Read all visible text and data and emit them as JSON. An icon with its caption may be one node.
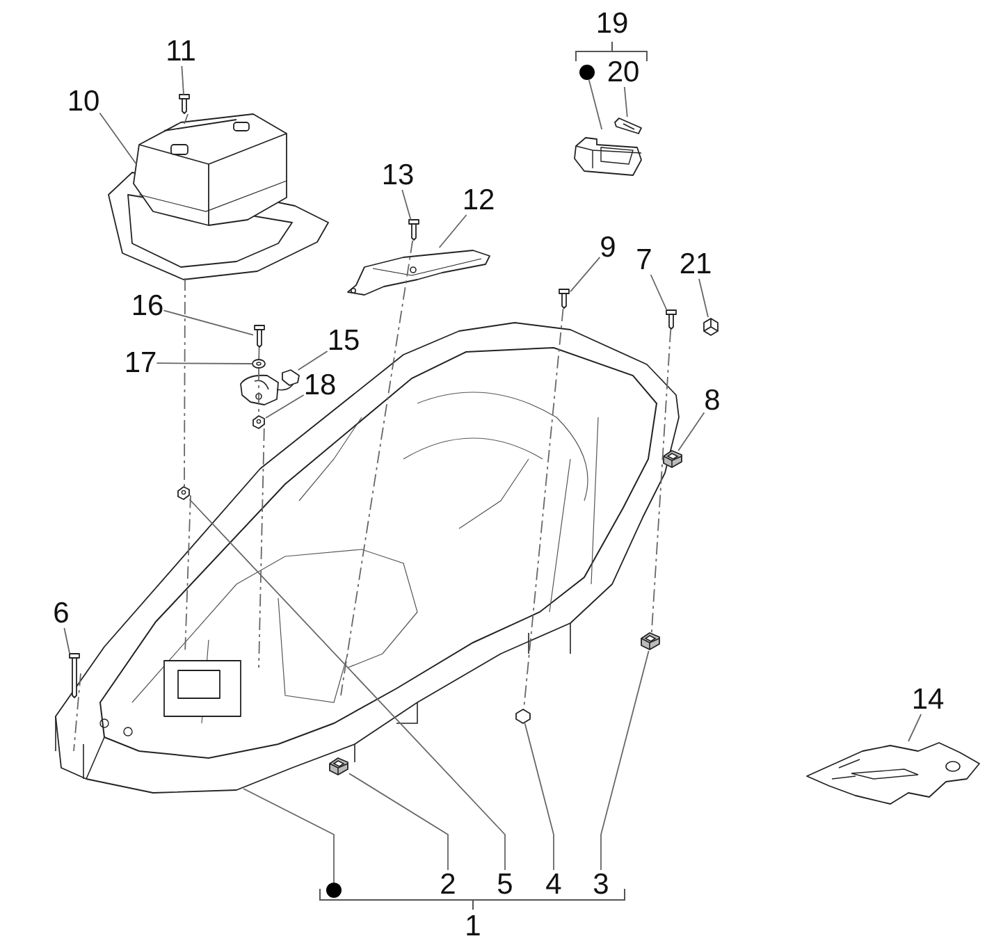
{
  "diagram": {
    "nodes": [
      {
        "text": [
          "11"
        ]
      },
      {
        "text": [
          "10"
        ]
      },
      {
        "text": [
          "20"
        ]
      },
      {
        "text": [],
        "shape": "circle"
      },
      {
        "text": [
          "13"
        ]
      },
      {
        "text": [
          "12"
        ]
      },
      {
        "text": [
          "9"
        ]
      },
      {
        "text": [
          "7"
        ]
      },
      {
        "text": [
          "21"
        ]
      },
      {
        "text": [
          "16"
        ]
      },
      {
        "text": [
          "17"
        ]
      },
      {
        "text": [
          "15"
        ]
      },
      {
        "text": [
          "18"
        ]
      },
      {
        "text": [
          "8"
        ]
      },
      {
        "text": [
          "6"
        ]
      },
      {
        "text": [
          "14"
        ]
      },
      {
        "text": [],
        "shape": "circle"
      },
      {
        "text": [
          "2"
        ]
      },
      {
        "text": [
          "5"
        ]
      },
      {
        "text": [
          "4"
        ]
      },
      {
        "text": [
          "3"
        ]
      },
      {
        "text": [],
        "shape": "picture"
      },
      {
        "text": [],
        "shape": "picture"
      },
      {
        "text": [],
        "shape": "picture"
      },
      {
        "text": [],
        "shape": "picture"
      },
      {
        "text": [],
        "shape": "picture"
      },
      {
        "text": [],
        "shape": "picture"
      },
      {
        "text": [],
        "shape": "picture"
      },
      {
        "text": [],
        "shape": "picture"
      },
      {
        "text": [],
        "shape": "picture"
      },
      {
        "text": [],
        "shape": "picture"
      },
      {
        "text": [],
        "shape": "picture"
      },
      {
        "text": [],
        "shape": "picture"
      },
      {
        "text": [],
        "shape": "picture"
      },
      {
        "text": [],
        "shape": "picture"
      },
      {
        "text": [],
        "shape": "picture"
      },
      {
        "text": [],
        "shape": "picture"
      },
      {
        "text": [],
        "shape": "picture"
      },
      {
        "text": [],
        "shape": "picture"
      },
      {
        "text": [],
        "shape": "picture"
      },
      {
        "text": [],
        "shape": "picture"
      },
      {
        "text": [],
        "shape": "picture"
      }
    ],
    "edges": [
      {
        "from": 0,
        "to": 21,
        "arrow": "none"
      },
      {
        "from": 1,
        "to": 22,
        "arrow": "none"
      },
      {
        "from": 2,
        "to": 23,
        "arrow": "none"
      },
      {
        "from": 3,
        "to": 24,
        "arrow": "none"
      },
      {
        "from": 4,
        "to": 25,
        "arrow": "none"
      },
      {
        "from": 5,
        "to": 26,
        "arrow": "none"
      },
      {
        "from": 6,
        "to": 27,
        "arrow": "none"
      },
      {
        "from": 7,
        "to": 28,
        "arrow": "none"
      },
      {
        "from": 8,
        "to": 29,
        "arrow": "none"
      },
      {
        "from": 9,
        "to": 30,
        "arrow": "none"
      },
      {
        "from": 10,
        "to": 31,
        "arrow": "none"
      },
      {
        "from": 11,
        "to": 32,
        "arrow": "none"
      },
      {
        "from": 12,
        "to": 33,
        "arrow": "none"
      },
      {
        "from": 13,
        "to": 34,
        "arrow": "none"
      },
      {
        "from": 14,
        "to": 35,
        "arrow": "none"
      },
      {
        "from": 15,
        "to": 36,
        "arrow": "none"
      },
      {
        "from": 16,
        "to": 37,
        "arrow": "none"
      },
      {
        "from": 17,
        "to": 38,
        "arrow": "none"
      },
      {
        "from": 18,
        "to": 39,
        "arrow": "none"
      },
      {
        "from": 19,
        "to": 40,
        "arrow": "none"
      },
      {
        "from": 20,
        "to": 41,
        "arrow": "none"
      },
      {
        "from": 21,
        "to": 22,
        "arrow": "none",
        "style": "dashed"
      },
      {
        "from": 22,
        "to": 39,
        "arrow": "none",
        "style": "dashed"
      },
      {
        "from": 39,
        "to": 37,
        "arrow": "none",
        "style": "dashed"
      },
      {
        "from": 30,
        "to": 31,
        "arrow": "none",
        "style": "dashed"
      },
      {
        "from": 31,
        "to": 33,
        "arrow": "none",
        "style": "dashed"
      },
      {
        "from": 33,
        "to": 37,
        "arrow": "none",
        "style": "dashed"
      },
      {
        "from": 25,
        "to": 37,
        "arrow": "none",
        "style": "dashed"
      },
      {
        "from": 27,
        "to": 40,
        "arrow": "none",
        "style": "dashed"
      },
      {
        "from": 28,
        "to": 41,
        "arrow": "none",
        "style": "dashed"
      },
      {
        "from": 35,
        "to": 37,
        "arrow": "none",
        "style": "dashed"
      }
    ],
    "labels": [
      "19",
      "1"
    ]
  }
}
